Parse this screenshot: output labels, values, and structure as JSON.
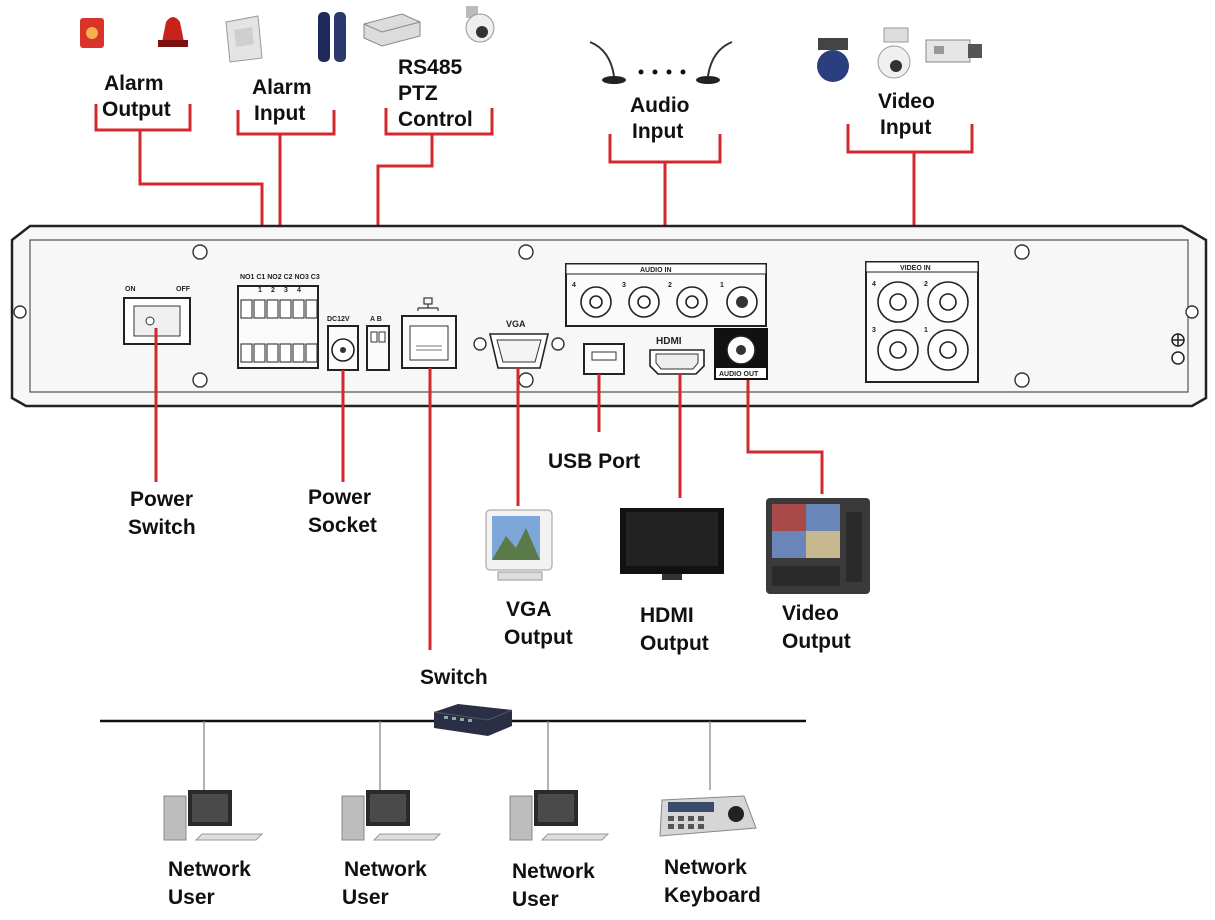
{
  "labels": {
    "alarm_output": [
      "Alarm",
      "Output"
    ],
    "alarm_input": [
      "Alarm",
      "Input"
    ],
    "rs485": [
      "RS485",
      "PTZ",
      "Control"
    ],
    "audio_input": [
      "Audio",
      "Input"
    ],
    "video_input": [
      "Video",
      "Input"
    ],
    "power_switch": [
      "Power",
      "Switch"
    ],
    "power_socket": [
      "Power",
      "Socket"
    ],
    "usb_port": "USB Port",
    "vga_output": [
      "VGA",
      "Output"
    ],
    "hdmi_output": [
      "HDMI",
      "Output"
    ],
    "video_output": [
      "Video",
      "Output"
    ],
    "switch": "Switch",
    "network_user_1": [
      "Network",
      "User"
    ],
    "network_user_2": [
      "Network",
      "User"
    ],
    "network_user_3": [
      "Network",
      "User"
    ],
    "network_keyboard": [
      "Network",
      "Keyboard"
    ]
  },
  "panel": {
    "on": "ON",
    "off": "OFF",
    "alarm_header": "NO1 C1 NO2 C2 NO3 C3",
    "alarm_nums": [
      "1",
      "2",
      "3",
      "4"
    ],
    "dc12v": "DC12V",
    "ab": "A B",
    "vga": "VGA",
    "audio_in": "AUDIO IN",
    "audio_nums": [
      "4",
      "3",
      "2",
      "1"
    ],
    "hdmi": "HDMI",
    "audio_out": "AUDIO OUT",
    "video_in": "VIDEO IN",
    "video_nums": [
      "4",
      "2",
      "3",
      "1"
    ]
  }
}
